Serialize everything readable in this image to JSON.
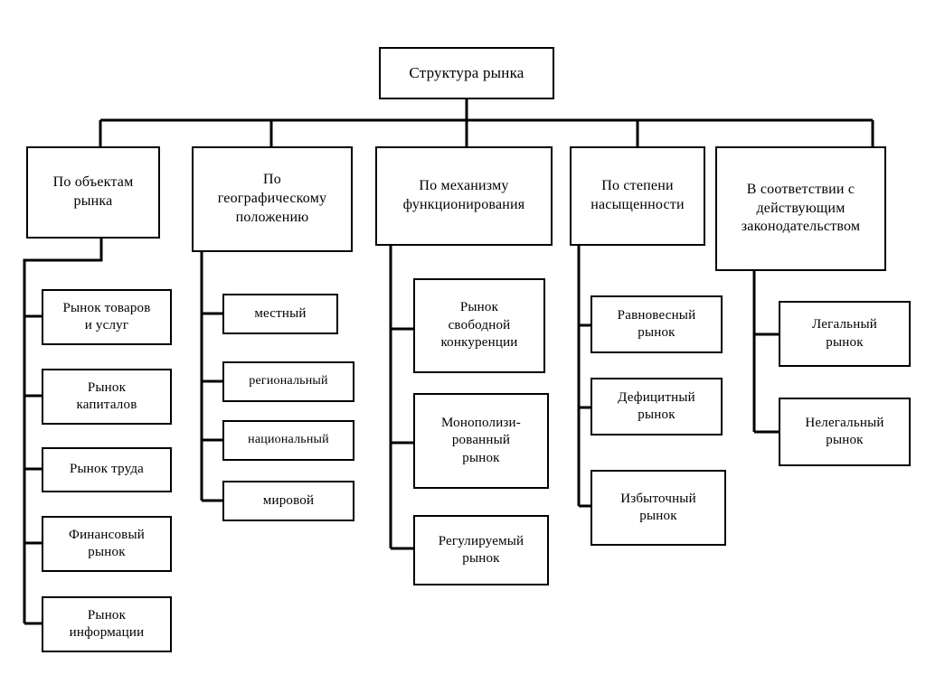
{
  "diagram": {
    "title": "Структура рынка",
    "background_color": "#ffffff",
    "line_color": "#000000",
    "root": {
      "label": "Структура рынка"
    },
    "branches": [
      {
        "label": "По объектам\nрынка",
        "children": [
          {
            "label": "Рынок товаров\nи услуг"
          },
          {
            "label": "Рынок\nкапиталов"
          },
          {
            "label": "Рынок труда"
          },
          {
            "label": "Финансовый\nрынок"
          },
          {
            "label": "Рынок\nинформации"
          }
        ]
      },
      {
        "label": "По\nгеографическому\nположению",
        "children": [
          {
            "label": "местный"
          },
          {
            "label": "региональный"
          },
          {
            "label": "национальный"
          },
          {
            "label": "мировой"
          }
        ]
      },
      {
        "label": "По механизму\nфункционирования",
        "children": [
          {
            "label": "Рынок\nсвободной\nконкуренции"
          },
          {
            "label": "Монополизи-\nрованный\nрынок"
          },
          {
            "label": "Регулируемый\nрынок"
          }
        ]
      },
      {
        "label": "По степени\nнасыщенности",
        "children": [
          {
            "label": "Равновесный\nрынок"
          },
          {
            "label": "Дефицитный\nрынок"
          },
          {
            "label": "Избыточный\nрынок"
          }
        ]
      },
      {
        "label": "В соответствии с\nдействующим\nзаконодательством",
        "children": [
          {
            "label": "Легальный\nрынок"
          },
          {
            "label": "Нелегальный\nрынок"
          }
        ]
      }
    ]
  }
}
